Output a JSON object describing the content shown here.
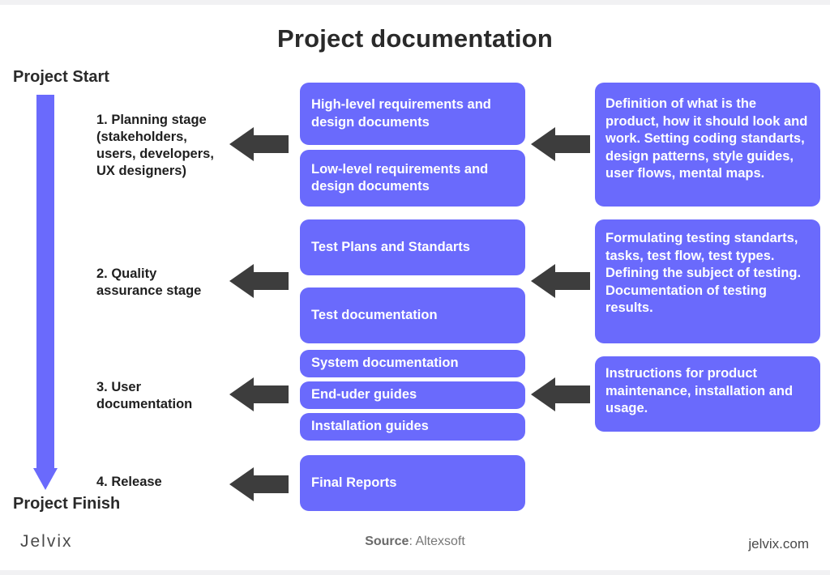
{
  "title": "Project documentation",
  "start_label": "Project Start",
  "finish_label": "Project Finish",
  "colors": {
    "accent": "#6a6afc",
    "arrow": "#3d3d3d",
    "text": "#1f1f1f"
  },
  "stages": [
    {
      "label": "1. Planning stage\n(stakeholders,\nusers, developers,\nUX designers)",
      "documents": [
        "High-level requirements and design documents",
        "Low-level requirements and design documents"
      ],
      "description": "Definition of what is the product, how it should look and work. Setting coding standarts, design patterns, style guides, user flows, mental maps."
    },
    {
      "label": "2. Quality\nassurance stage",
      "documents": [
        "Test Plans and Standarts",
        "Test documentation"
      ],
      "description": "Formulating testing standarts, tasks, test flow, test types. Defining the subject of testing. Documentation of testing results."
    },
    {
      "label": "3. User\ndocumentation",
      "documents": [
        "System documentation",
        "End-uder guides",
        "Installation guides"
      ],
      "description": "Instructions for product maintenance, installation and usage."
    },
    {
      "label": "4. Release",
      "documents": [
        "Final Reports"
      ]
    }
  ],
  "footer": {
    "logo": "Jelvix",
    "source_key": "Source",
    "source_value": "Altexsoft",
    "site": "jelvix.com"
  }
}
